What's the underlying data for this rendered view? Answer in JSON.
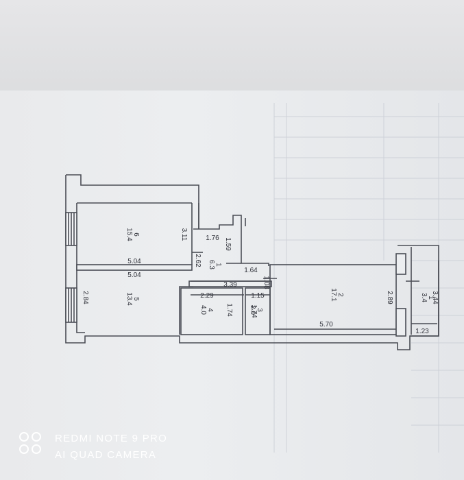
{
  "watermark": {
    "line1": "REDMI NOTE 9 PRO",
    "line2": "AI QUAD CAMERA"
  },
  "plan": {
    "rooms": [
      {
        "num": "6",
        "area": "15.4"
      },
      {
        "num": "5",
        "area": "13.4"
      },
      {
        "num": "1",
        "area": "6.3"
      },
      {
        "num": "4",
        "area": "4.0"
      },
      {
        "num": "3",
        "area": "2.0"
      },
      {
        "num": "2",
        "area": "17.1"
      },
      {
        "num": "1",
        "area": "3.4"
      }
    ],
    "dimensions": {
      "room6_width": "5.04",
      "room5_width": "5.04",
      "room6_depth": "3.11",
      "room5_depth": "2.84",
      "hall_width": "1.76",
      "hall_depth": "1.59",
      "hall_left": "2.62",
      "hall_lower": "1.64",
      "hall_bottom": "3.39",
      "room4_width": "2.29",
      "room4_depth": "1.74",
      "room3_width": "1.15",
      "room3_depth": "1.74",
      "room2_right": "1.08",
      "room2_width": "5.70",
      "room2_depth": "2.89",
      "balcony_depth": "3.44",
      "balcony_width": "1.23"
    }
  },
  "colors": {
    "background": "#d9dadc",
    "paper": "#eceef0",
    "line": "#4a4d55",
    "text": "#2e3038"
  }
}
